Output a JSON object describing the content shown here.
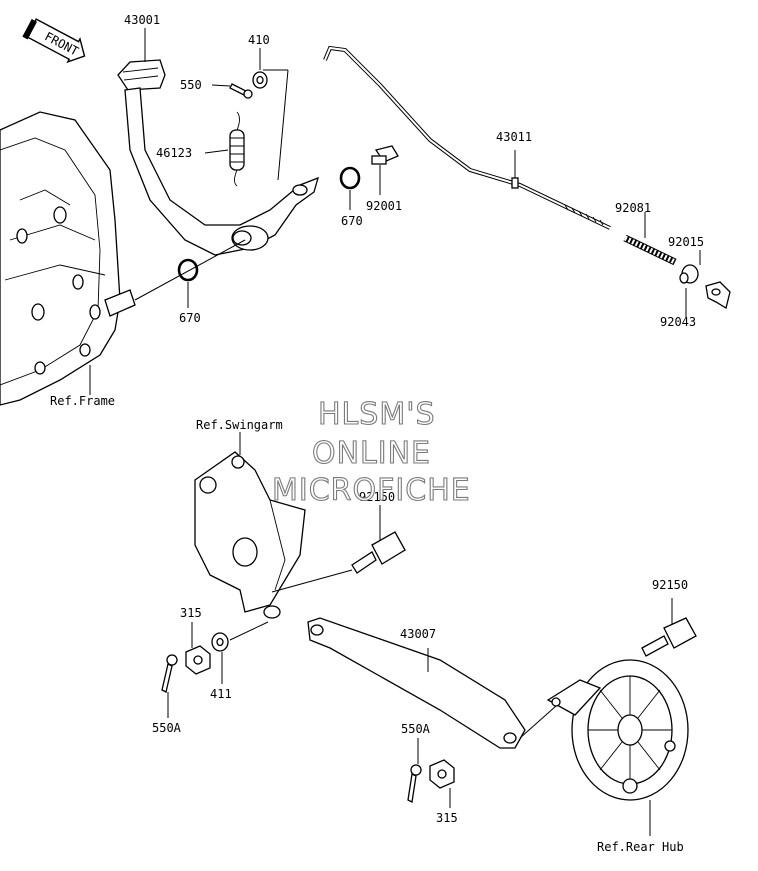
{
  "front_arrow": {
    "label": "FRONT"
  },
  "parts": {
    "p43001": "43001",
    "p410": "410",
    "p550": "550",
    "p46123": "46123",
    "p670_a": "670",
    "p670_b": "670",
    "p92001": "92001",
    "p43011": "43011",
    "p92081": "92081",
    "p92015": "92015",
    "p92043": "92043",
    "p92150_a": "92150",
    "p92150_b": "92150",
    "p315_a": "315",
    "p315_b": "315",
    "p411": "411",
    "p43007": "43007",
    "p550a_a": "550A",
    "p550a_b": "550A"
  },
  "refs": {
    "frame": "Ref.Frame",
    "swingarm": "Ref.Swingarm",
    "rear_hub": "Ref.Rear Hub"
  },
  "watermark": {
    "line1": "HLSM'S",
    "line2": "ONLINE",
    "line3": "MICROFICHE"
  }
}
